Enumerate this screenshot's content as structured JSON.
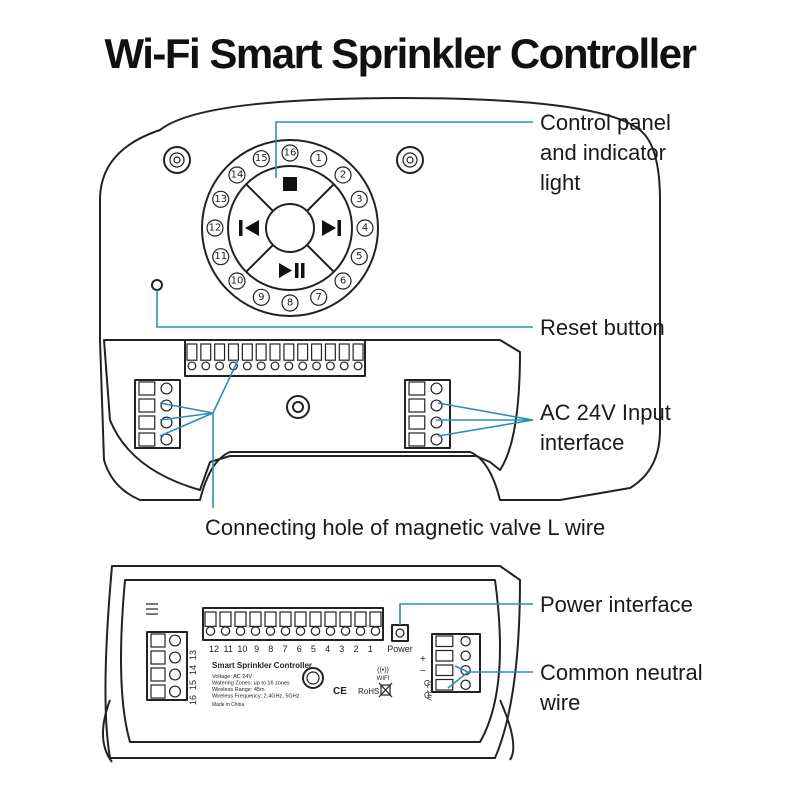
{
  "title": "Wi-Fi Smart Sprinkler Controller",
  "colors": {
    "callout_line": "#2a8fb8",
    "outline": "#222222",
    "body_fill": "#ffffff"
  },
  "callouts": {
    "control_panel": "Control panel\nand indicator\nlight",
    "reset_button": "Reset button",
    "ac_input": "AC 24V Input\ninterface",
    "valve_hole": "Connecting hole of magnetic valve L wire",
    "power_interface": "Power interface",
    "common_neutral": "Common neutral\nwire"
  },
  "control_panel": {
    "zone_numbers": [
      "16",
      "1",
      "2",
      "3",
      "4",
      "5",
      "6",
      "7",
      "8",
      "9",
      "10",
      "11",
      "12",
      "13",
      "14",
      "15"
    ],
    "buttons": [
      "stop-icon",
      "previous-icon",
      "next-icon",
      "play-pause-icon"
    ]
  },
  "terminal_block": {
    "zone_numbers": [
      "12",
      "11",
      "10",
      "9",
      "8",
      "7",
      "6",
      "5",
      "4",
      "3",
      "2",
      "1"
    ],
    "side_numbers": [
      "16",
      "15",
      "14",
      "13"
    ],
    "power_label": "Power",
    "ac_label": "AC 24V",
    "plus_minus": [
      "+",
      "−"
    ],
    "common_labels": [
      "C",
      "C"
    ]
  },
  "product_label": {
    "name": "Smart Sprinkler Controller",
    "lines": [
      "Voltage: AC 24V",
      "Watering Zones: up to 16 zones",
      "Wireless Range: 45m",
      "Wireless Frequency: 2.4GHz, 5GHz"
    ],
    "made_in": "Made in China",
    "wifi_text": "WIFI",
    "marks": [
      "CE",
      "RoHS"
    ]
  }
}
